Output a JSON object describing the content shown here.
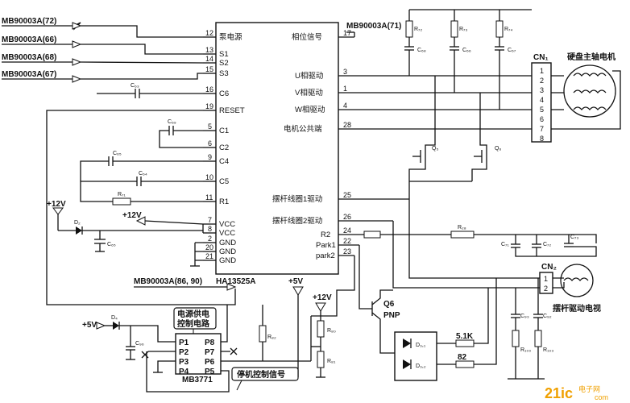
{
  "chip": {
    "name": "HA13525A",
    "left_pins": [
      {
        "num": "12",
        "label": "泵电源"
      },
      {
        "num": "13",
        "label": "S1"
      },
      {
        "num": "14",
        "label": "S2"
      },
      {
        "num": "15",
        "label": "S3"
      },
      {
        "num": "16",
        "label": "C6"
      },
      {
        "num": "19",
        "label": "RESET"
      },
      {
        "num": "5",
        "label": "C1"
      },
      {
        "num": "6",
        "label": "C2"
      },
      {
        "num": "9",
        "label": "C4"
      },
      {
        "num": "10",
        "label": "C5"
      },
      {
        "num": "11",
        "label": "R1"
      },
      {
        "num": "7",
        "label": "VCC"
      },
      {
        "num": "8",
        "label": "VCC"
      },
      {
        "num": "2",
        "label": "GND"
      },
      {
        "num": "20",
        "label": "GND"
      },
      {
        "num": "21",
        "label": "GND"
      }
    ],
    "right_pins": [
      {
        "num": "17",
        "label": "相位信号"
      },
      {
        "num": "3",
        "label": "U相驱动"
      },
      {
        "num": "1",
        "label": "V相驱动"
      },
      {
        "num": "4",
        "label": "W相驱动"
      },
      {
        "num": "28",
        "label": "电机公共端"
      },
      {
        "num": "25",
        "label": "摆杆线圈1驱动"
      },
      {
        "num": "26",
        "label": "摆杆线圈2驱动"
      },
      {
        "num": "24",
        "label": "R2"
      },
      {
        "num": "22",
        "label": "Park1"
      },
      {
        "num": "23",
        "label": "park2"
      }
    ]
  },
  "inputs": [
    "MB90003A(72)",
    "MB90003A(66)",
    "MB90003A(68)",
    "MB90003A(67)"
  ],
  "phase_out": "MB90003A(71)",
  "mb_signal": "MB90003A(86, 90)",
  "components": {
    "c6_cap": "C₆₃",
    "c1_cap": "C₆₉",
    "c4_cap": "C₆₅",
    "c5_cap": "C₆₄",
    "r1_res": "R₇₁",
    "vcc_cap": "C₆₅",
    "d2": "D₂",
    "d4": "D₄",
    "c96": "C₉₆",
    "r72": "R₇₂",
    "r73": "R₇₃",
    "r74": "R₇₄",
    "c68": "C₆₈",
    "c66": "C₆₆",
    "c67": "C₆₇",
    "q5": "Q₅",
    "q6_top": "Q₆",
    "r28": "R₂₈",
    "c71": "C₇₁",
    "c72": "C₇₂",
    "c73": "C₇₃",
    "r82": "R₈₂",
    "r80": "R₈₀",
    "r81": "R₈₁",
    "c93": "C₉₃",
    "r100": "R₁₀₀",
    "r103": "R₁₀₃",
    "c92": "C₉₂",
    "q6": "Q6",
    "q6_type": "PNP",
    "d31": "D₃,₁",
    "d32": "D₃,₂",
    "r_51k": "5.1K",
    "r_82": "82"
  },
  "supplies": {
    "v12a": "+12V",
    "v12b": "+12V",
    "v12c": "+12V",
    "v5a": "+5V",
    "v5b": "+5V"
  },
  "cn1": {
    "name": "CN₁",
    "pins": [
      "1",
      "2",
      "3",
      "4",
      "5",
      "6",
      "7",
      "8"
    ]
  },
  "cn2": {
    "name": "CN₂",
    "pins": [
      "1",
      "2"
    ]
  },
  "motor_label": "硬盘主轴电机",
  "arm_label": "摆杆驱动电视",
  "mb3771": {
    "name": "MB3771",
    "pins_left": [
      "P1",
      "P2",
      "P3",
      "P4"
    ],
    "pins_right": [
      "P8",
      "P7",
      "P6",
      "P5"
    ]
  },
  "callout_power": [
    "电源供电",
    "控制电路"
  ],
  "callout_stop": "停机控制信号",
  "watermark": {
    "main": "21ic",
    "sub": "电子网",
    "url": "com"
  }
}
